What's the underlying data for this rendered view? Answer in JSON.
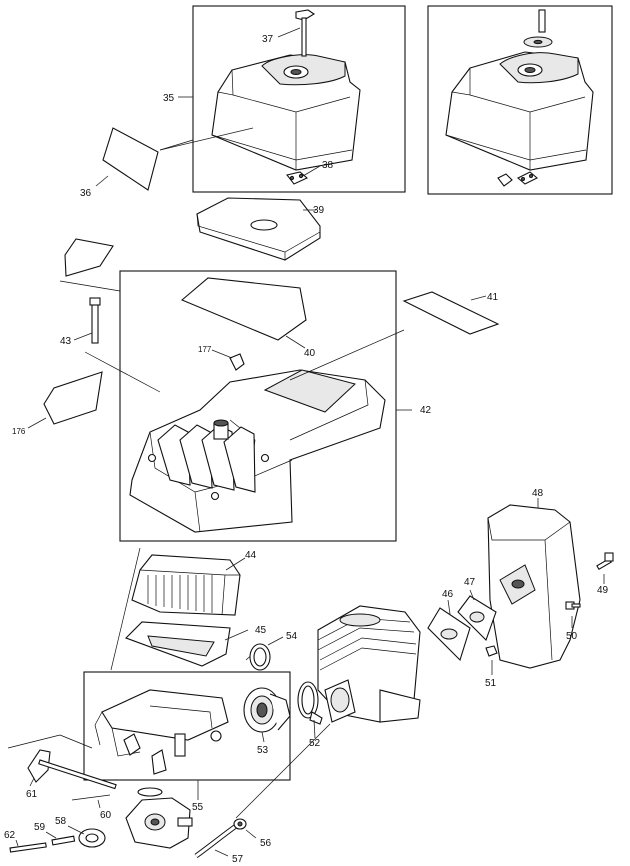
{
  "diagram": {
    "callouts": [
      {
        "id": "37",
        "label": "37"
      },
      {
        "id": "35",
        "label": "35"
      },
      {
        "id": "36",
        "label": "36"
      },
      {
        "id": "38",
        "label": "38"
      },
      {
        "id": "39",
        "label": "39"
      },
      {
        "id": "41",
        "label": "41"
      },
      {
        "id": "43",
        "label": "43"
      },
      {
        "id": "40",
        "label": "40"
      },
      {
        "id": "177",
        "label": "177"
      },
      {
        "id": "42",
        "label": "42"
      },
      {
        "id": "176",
        "label": "176"
      },
      {
        "id": "48",
        "label": "48"
      },
      {
        "id": "44",
        "label": "44"
      },
      {
        "id": "49",
        "label": "49"
      },
      {
        "id": "47",
        "label": "47"
      },
      {
        "id": "46",
        "label": "46"
      },
      {
        "id": "45",
        "label": "45"
      },
      {
        "id": "54",
        "label": "54"
      },
      {
        "id": "50",
        "label": "50"
      },
      {
        "id": "51",
        "label": "51"
      },
      {
        "id": "53",
        "label": "53"
      },
      {
        "id": "52",
        "label": "52"
      },
      {
        "id": "61",
        "label": "61"
      },
      {
        "id": "60",
        "label": "60"
      },
      {
        "id": "55",
        "label": "55"
      },
      {
        "id": "59",
        "label": "59"
      },
      {
        "id": "58",
        "label": "58"
      },
      {
        "id": "62",
        "label": "62"
      },
      {
        "id": "56",
        "label": "56"
      },
      {
        "id": "57",
        "label": "57"
      }
    ]
  }
}
